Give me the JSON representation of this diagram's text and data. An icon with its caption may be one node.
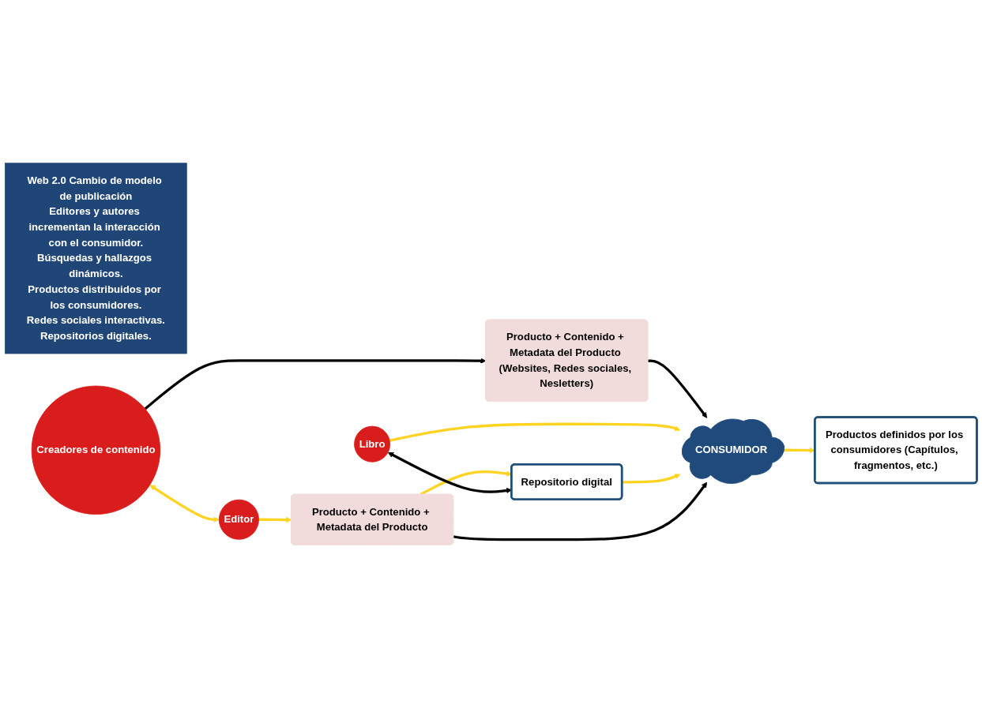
{
  "diagram": {
    "nodes": [
      {
        "text": [
          "Web 2.0 Cambio de modelo de publicación",
          "Editores y autores incrementan la interacción con el consumidor.",
          "Búsquedas y hallazgos dinámicos.",
          "Productos distribuidos por los consumidores.",
          "Redes sociales interactivas.",
          "Repositorios digitales."
        ]
      },
      {
        "text": [
          "Producto + Contenido + Metadata del Producto (Websites, Redes sociales, Nesletters)"
        ]
      },
      {
        "text": [
          "Productos definidos por los consumidores (Capítulos, fragmentos, etc.)"
        ]
      },
      {
        "text": [
          "Creadores de contenido"
        ]
      },
      {
        "text": [
          "Editor"
        ]
      },
      {
        "text": [
          "Libro"
        ]
      },
      {
        "text": [
          "CONSUMIDOR"
        ]
      },
      {
        "text": [
          "Producto + Contenido + Metadata del Producto"
        ]
      },
      {
        "text": [
          "Repositorio digital"
        ]
      }
    ],
    "edges": [
      {
        "from": 3,
        "to": 1,
        "arrow": "to",
        "color": "#000000"
      },
      {
        "from": 1,
        "to": 6,
        "arrow": "to",
        "color": "#000000"
      },
      {
        "from": 3,
        "to": 4,
        "arrow": "both"
      },
      {
        "from": 5,
        "to": 6,
        "arrow": "to"
      },
      {
        "from": 6,
        "to": 2,
        "arrow": "to"
      },
      {
        "from": 4,
        "to": 7,
        "arrow": "to"
      },
      {
        "from": 7,
        "to": 8,
        "arrow": "to"
      },
      {
        "from": 8,
        "to": 6,
        "arrow": "to"
      },
      {
        "from": 7,
        "to": 6,
        "arrow": "to",
        "color": "#000000"
      },
      {
        "from": 5,
        "to": 8,
        "arrow": "both",
        "color": "#000000"
      }
    ]
  }
}
